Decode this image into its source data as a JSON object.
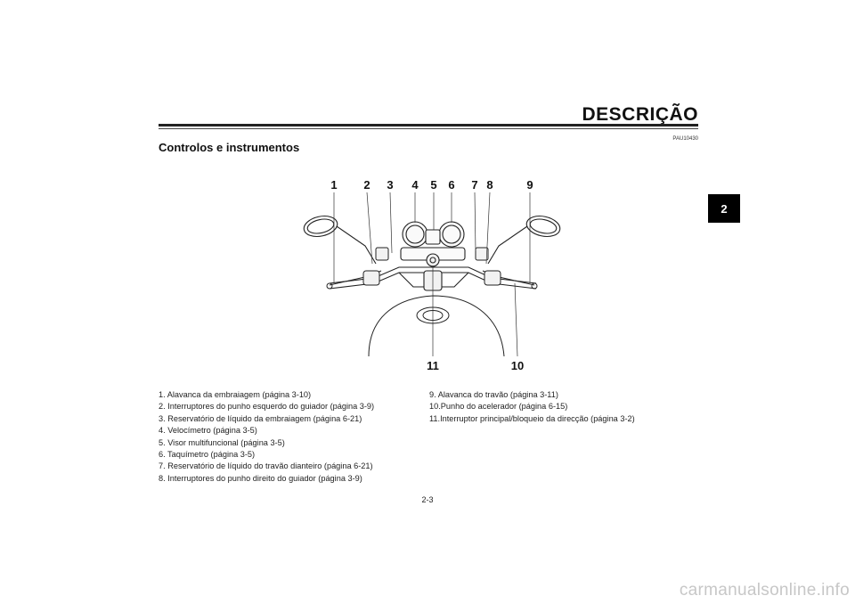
{
  "header": {
    "title": "DESCRIÇÃO"
  },
  "section": {
    "code": "PAU10430",
    "heading": "Controlos e instrumentos"
  },
  "chapter_tab": "2",
  "callouts": [
    "1",
    "2",
    "3",
    "4",
    "5",
    "6",
    "7",
    "8",
    "9",
    "10",
    "11"
  ],
  "legend": {
    "left": [
      "1. Alavanca da embraiagem (página 3-10)",
      "2. Interruptores do punho esquerdo do guiador (página 3-9)",
      "3. Reservatório de líquido da embraiagem (página 6-21)",
      "4. Velocímetro (página 3-5)",
      "5. Visor multifuncional (página 3-5)",
      "6. Taquímetro (página 3-5)",
      "7. Reservatório de líquido do travão dianteiro (página 6-21)",
      "8. Interruptores do punho direito do guiador (página 3-9)"
    ],
    "right": [
      "9. Alavanca do travão (página 3-11)",
      "10.Punho do acelerador (página 6-15)",
      "11.Interruptor principal/bloqueio da direcção (página 3-2)"
    ]
  },
  "page_number": "2-3",
  "watermark": "carmanualsonline.info"
}
